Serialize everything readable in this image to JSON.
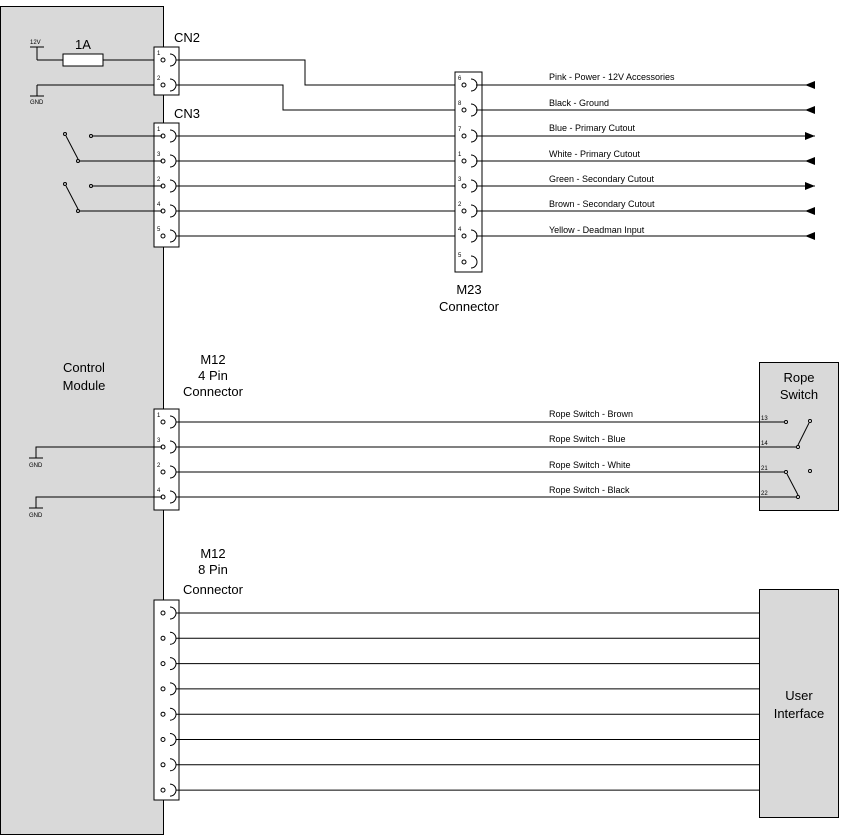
{
  "control_module": {
    "label_line1": "Control",
    "label_line2": "Module"
  },
  "power": {
    "supply_label": "12V",
    "fuse_label": "1A",
    "gnd_label": "GND"
  },
  "cn2": {
    "label": "CN2",
    "pins": [
      "1",
      "2"
    ]
  },
  "cn3": {
    "label": "CN3",
    "pins": [
      "1",
      "3",
      "2",
      "4",
      "5"
    ]
  },
  "m23": {
    "label_line1": "M23",
    "label_line2": "Connector",
    "pins": [
      "6",
      "8",
      "7",
      "1",
      "3",
      "2",
      "4",
      "5"
    ],
    "wires": [
      {
        "label": "Pink - Power - 12V Accessories",
        "direction": "in"
      },
      {
        "label": "Black - Ground",
        "direction": "in"
      },
      {
        "label": "Blue - Primary Cutout",
        "direction": "out"
      },
      {
        "label": "White - Primary Cutout",
        "direction": "in"
      },
      {
        "label": "Green - Secondary Cutout",
        "direction": "out"
      },
      {
        "label": "Brown - Secondary Cutout",
        "direction": "in"
      },
      {
        "label": "Yellow - Deadman Input",
        "direction": "in"
      }
    ]
  },
  "m12_4pin": {
    "label_line1": "M12",
    "label_line2": "4 Pin",
    "label_line3": "Connector",
    "pins": [
      "1",
      "3",
      "2",
      "4"
    ],
    "wires": [
      {
        "label": "Rope Switch - Brown",
        "terminal": "13"
      },
      {
        "label": "Rope Switch - Blue",
        "terminal": "14"
      },
      {
        "label": "Rope Switch - White",
        "terminal": "21"
      },
      {
        "label": "Rope Switch - Black",
        "terminal": "22"
      }
    ]
  },
  "rope_switch": {
    "label_line1": "Rope",
    "label_line2": "Switch"
  },
  "m12_8pin": {
    "label_line1": "M12",
    "label_line2": "8 Pin",
    "label_line3": "Connector",
    "pin_count": 8
  },
  "user_interface": {
    "label_line1": "User",
    "label_line2": "Interface"
  }
}
